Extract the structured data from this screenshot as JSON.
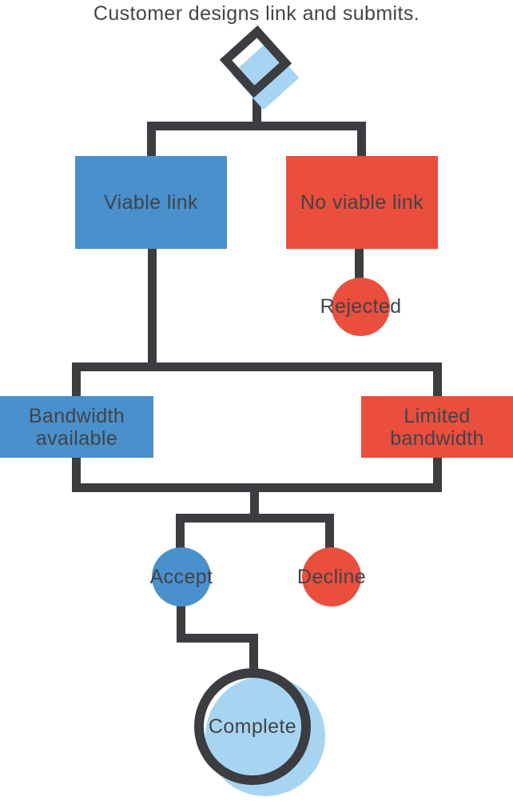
{
  "title": "Customer designs link and submits.",
  "colors": {
    "blue": "#4a90cc",
    "red": "#ea4e3d",
    "light_blue": "#a7d4f1",
    "line_dark": "#3b3d40",
    "text_dark": "#414448",
    "background": "#ffffff"
  },
  "flowchart": {
    "start": {
      "shape": "diamond",
      "label": ""
    },
    "viable_link": {
      "label": "Viable link",
      "color": "blue"
    },
    "no_viable_link": {
      "label": "No viable link",
      "color": "red"
    },
    "rejected": {
      "label": "Rejected",
      "color": "red"
    },
    "bandwidth_available": {
      "label": "Bandwidth\navailable",
      "color": "blue"
    },
    "limited_bandwidth": {
      "label": "Limited\nbandwidth",
      "color": "red"
    },
    "accept": {
      "label": "Accept",
      "color": "blue"
    },
    "decline": {
      "label": "Decline",
      "color": "red"
    },
    "complete": {
      "label": "Complete",
      "color": "light_blue"
    }
  }
}
